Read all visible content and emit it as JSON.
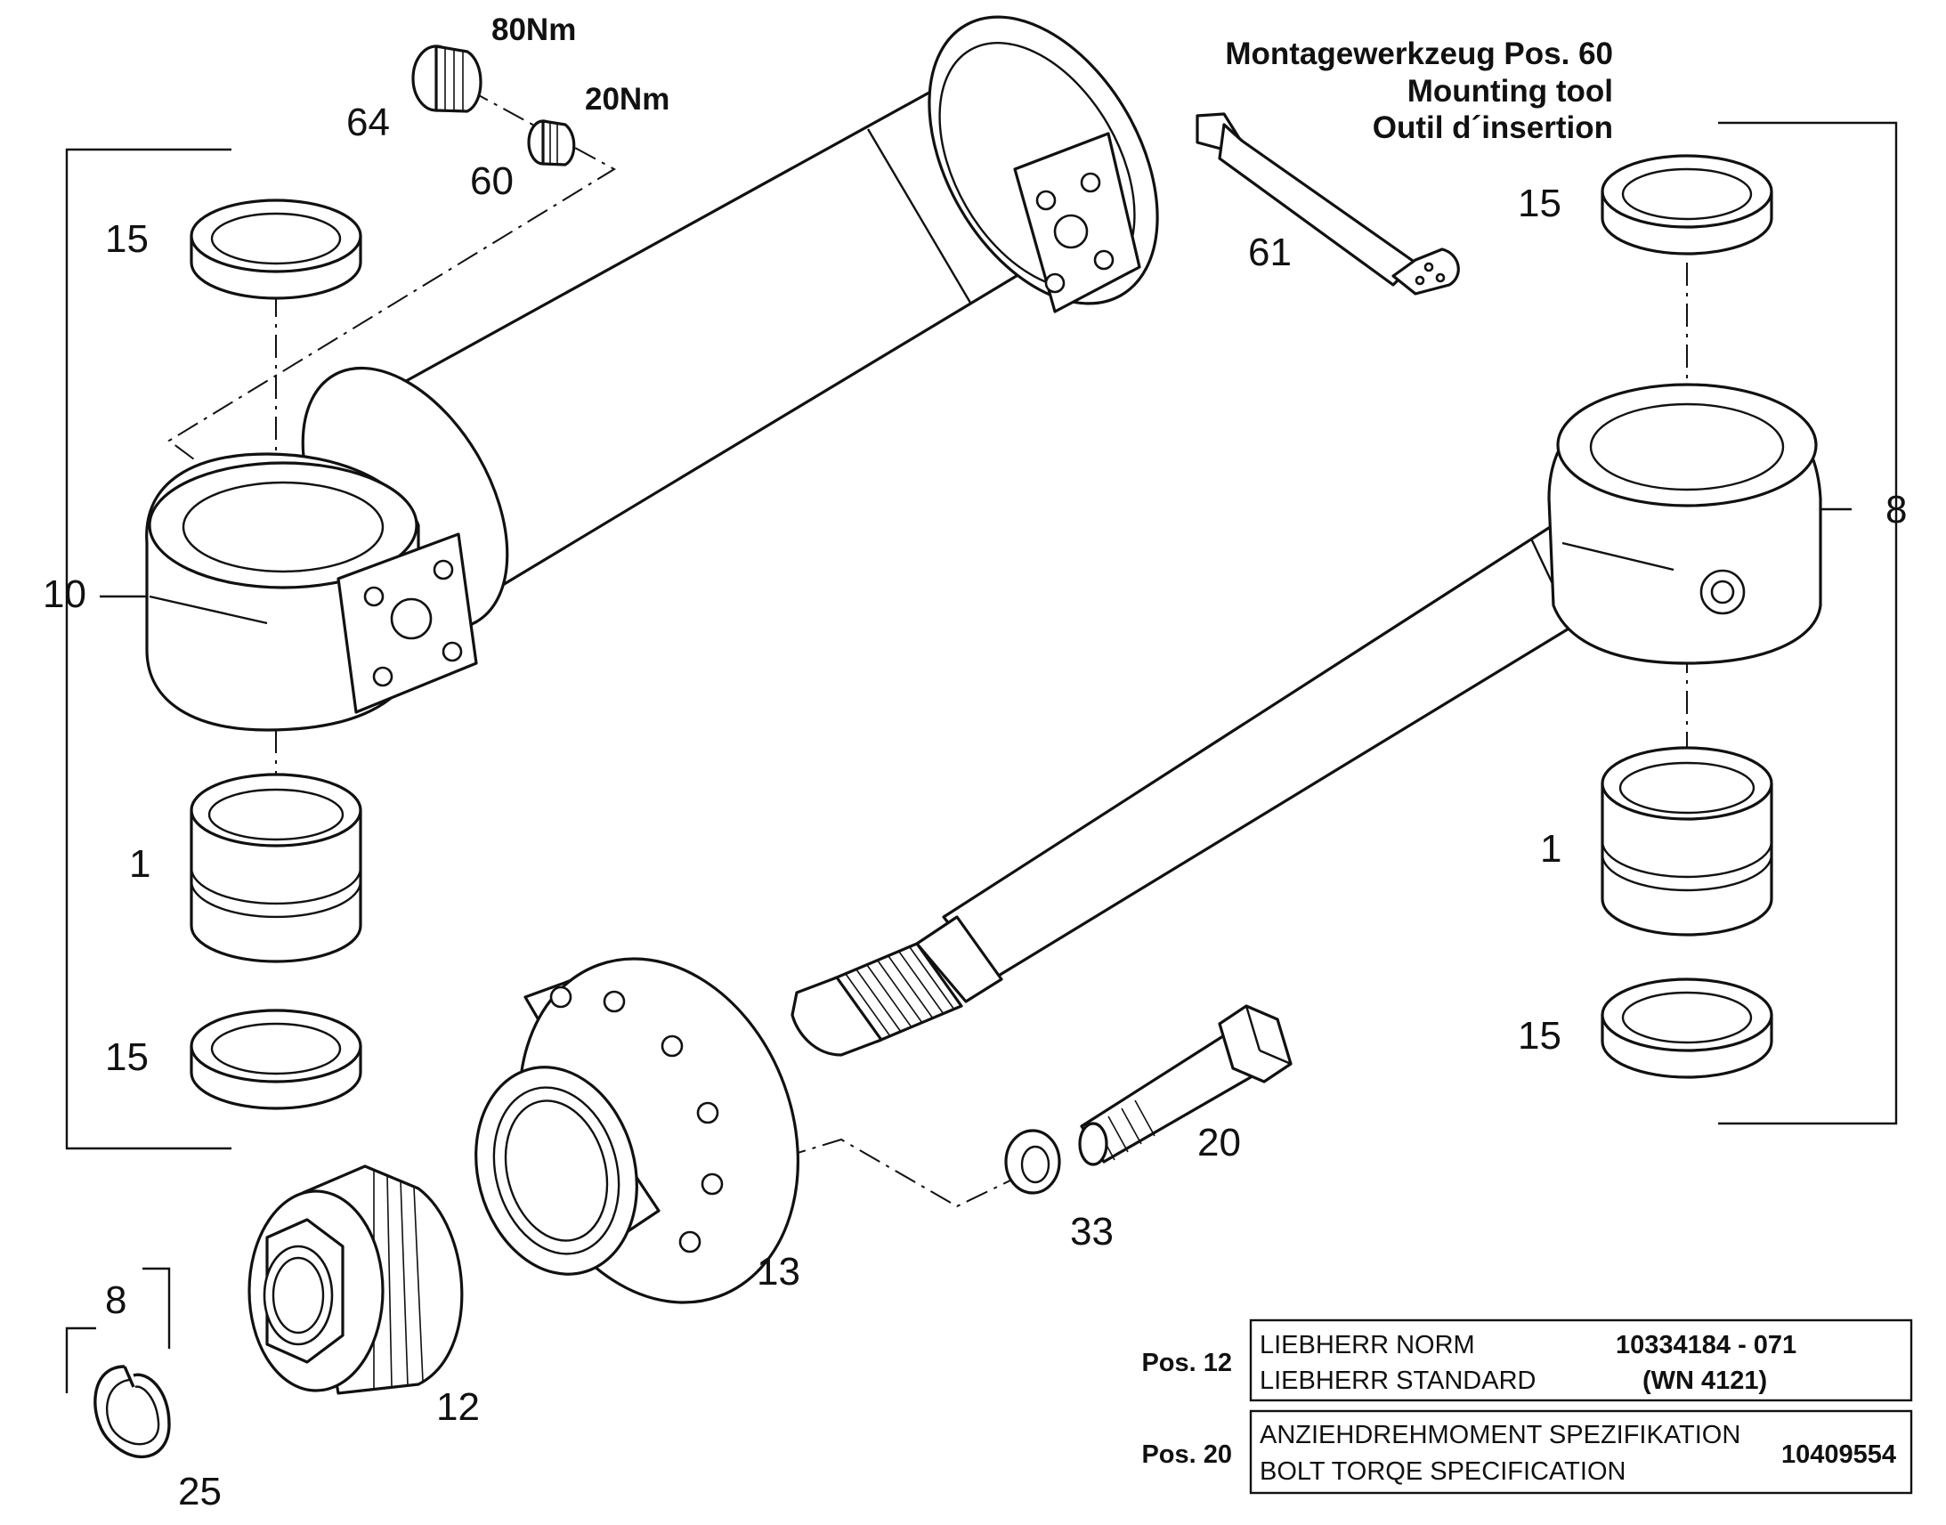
{
  "mounting_tool": {
    "line1": "Montagewerkzeug  Pos. 60",
    "line2": "Mounting tool",
    "line3": "Outil d´insertion"
  },
  "torques": {
    "pos64": "80Nm",
    "pos60": "20Nm"
  },
  "callouts": {
    "p64": "64",
    "p60": "60",
    "p61": "61",
    "p15_top_left": "15",
    "p15_bottom_left": "15",
    "p15_top_right": "15",
    "p15_bottom_right": "15",
    "p10": "10",
    "p8_right": "8",
    "p8_left": "8",
    "p1_left": "1",
    "p1_right": "1",
    "p20": "20",
    "p33": "33",
    "p13": "13",
    "p12": "12",
    "p25": "25"
  },
  "spec_table": {
    "row1": {
      "pos": "Pos. 12",
      "text_de": "LIEBHERR NORM",
      "text_en": "LIEBHERR STANDARD",
      "number": "10334184 - 071",
      "number2": "(WN 4121)"
    },
    "row2": {
      "pos": "Pos. 20",
      "text_de": "ANZIEHDREHMOMENT SPEZIFIKATION",
      "text_en": "BOLT TORQE SPECIFICATION",
      "number": "10409554"
    }
  }
}
